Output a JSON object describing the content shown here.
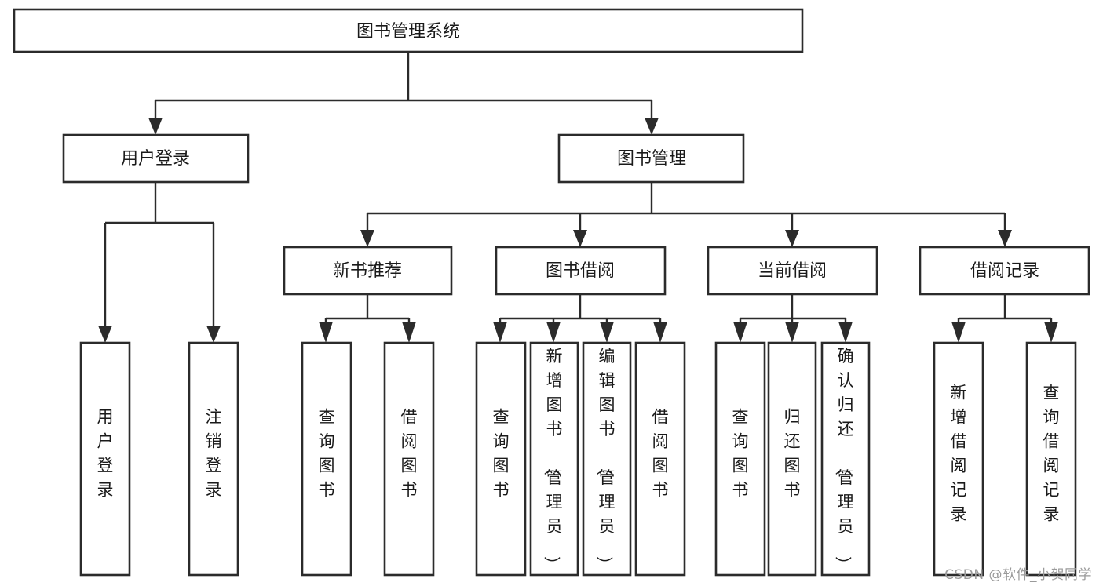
{
  "diagram": {
    "title": "图书管理系统",
    "type": "tree",
    "orientation": "top-down",
    "background_color": "#ffffff",
    "line_color": "#2b2b2b",
    "text_color": "#1a1a1a",
    "levels": 4,
    "root": {
      "id": "root",
      "label": "图书管理系统",
      "orientation": "horizontal"
    },
    "level2": [
      {
        "id": "user-login",
        "label": "用户登录",
        "orientation": "horizontal"
      },
      {
        "id": "book-manage",
        "label": "图书管理",
        "orientation": "horizontal"
      }
    ],
    "level3": [
      {
        "id": "new-book-recommend",
        "label": "新书推荐",
        "orientation": "horizontal",
        "parent": "book-manage"
      },
      {
        "id": "book-borrow",
        "label": "图书借阅",
        "orientation": "horizontal",
        "parent": "book-manage"
      },
      {
        "id": "current-borrow",
        "label": "当前借阅",
        "orientation": "horizontal",
        "parent": "book-manage"
      },
      {
        "id": "borrow-record",
        "label": "借阅记录",
        "orientation": "horizontal",
        "parent": "book-manage"
      }
    ],
    "leaves": [
      {
        "id": "leaf-user-login",
        "label": "用户登录",
        "orientation": "vertical",
        "parent": "user-login"
      },
      {
        "id": "leaf-logout",
        "label": "注销登录",
        "orientation": "vertical",
        "parent": "user-login"
      },
      {
        "id": "leaf-query-book-1",
        "label": "查询图书",
        "orientation": "vertical",
        "parent": "new-book-recommend"
      },
      {
        "id": "leaf-borrow-book-1",
        "label": "借阅图书",
        "orientation": "vertical",
        "parent": "new-book-recommend"
      },
      {
        "id": "leaf-query-book-2",
        "label": "查询图书",
        "orientation": "vertical",
        "parent": "book-borrow"
      },
      {
        "id": "leaf-add-book",
        "label": "新增图书（管理员）",
        "orientation": "vertical",
        "parent": "book-borrow"
      },
      {
        "id": "leaf-edit-book",
        "label": "编辑图书（管理员）",
        "orientation": "vertical",
        "parent": "book-borrow"
      },
      {
        "id": "leaf-borrow-book-2",
        "label": "借阅图书",
        "orientation": "vertical",
        "parent": "book-borrow"
      },
      {
        "id": "leaf-query-book-3",
        "label": "查询图书",
        "orientation": "vertical",
        "parent": "current-borrow"
      },
      {
        "id": "leaf-return-book",
        "label": "归还图书",
        "orientation": "vertical",
        "parent": "current-borrow"
      },
      {
        "id": "leaf-confirm-return",
        "label": "确认归还（管理员）",
        "orientation": "vertical",
        "parent": "current-borrow"
      },
      {
        "id": "leaf-add-record",
        "label": "新增借阅记录",
        "orientation": "vertical",
        "parent": "borrow-record"
      },
      {
        "id": "leaf-query-record",
        "label": "查询借阅记录",
        "orientation": "vertical",
        "parent": "borrow-record"
      }
    ]
  },
  "watermark": {
    "text": "CSDN @软件_小贺同学"
  }
}
